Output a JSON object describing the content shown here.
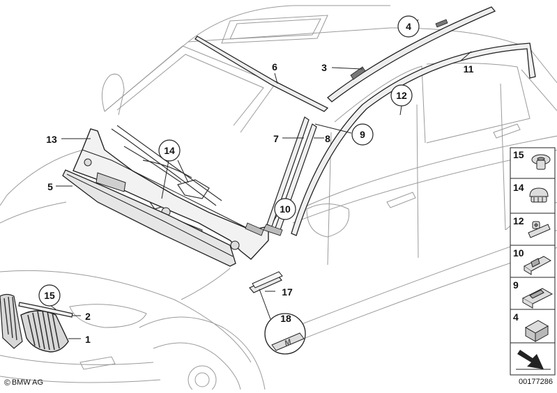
{
  "callouts": [
    {
      "id": "c4",
      "label": "4",
      "circled": true
    },
    {
      "id": "c6",
      "label": "6",
      "circled": false
    },
    {
      "id": "c3",
      "label": "3",
      "circled": false
    },
    {
      "id": "c11",
      "label": "11",
      "circled": false
    },
    {
      "id": "c12",
      "label": "12",
      "circled": true
    },
    {
      "id": "c9",
      "label": "9",
      "circled": true
    },
    {
      "id": "c7",
      "label": "7",
      "circled": false
    },
    {
      "id": "c8",
      "label": "8",
      "circled": false
    },
    {
      "id": "c13",
      "label": "13",
      "circled": false
    },
    {
      "id": "c14",
      "label": "14",
      "circled": true
    },
    {
      "id": "c5",
      "label": "5",
      "circled": false
    },
    {
      "id": "c10",
      "label": "10",
      "circled": true
    },
    {
      "id": "c15",
      "label": "15",
      "circled": true
    },
    {
      "id": "c2",
      "label": "2",
      "circled": false
    },
    {
      "id": "c1",
      "label": "1",
      "circled": false
    },
    {
      "id": "c17",
      "label": "17",
      "circled": false
    },
    {
      "id": "c18",
      "label": "18",
      "circled": false
    }
  ],
  "legend": [
    {
      "label": "15",
      "icon": "clip-mushroom-icon"
    },
    {
      "label": "14",
      "icon": "clip-round-icon"
    },
    {
      "label": "12",
      "icon": "clip-pin-icon"
    },
    {
      "label": "10",
      "icon": "clip-bracket-icon"
    },
    {
      "label": "9",
      "icon": "clip-slide-icon"
    },
    {
      "label": "4",
      "icon": "clip-block-icon"
    }
  ],
  "badge_text": "M",
  "footer": {
    "copyright": "BMW AG",
    "doc_number": "00177286"
  }
}
